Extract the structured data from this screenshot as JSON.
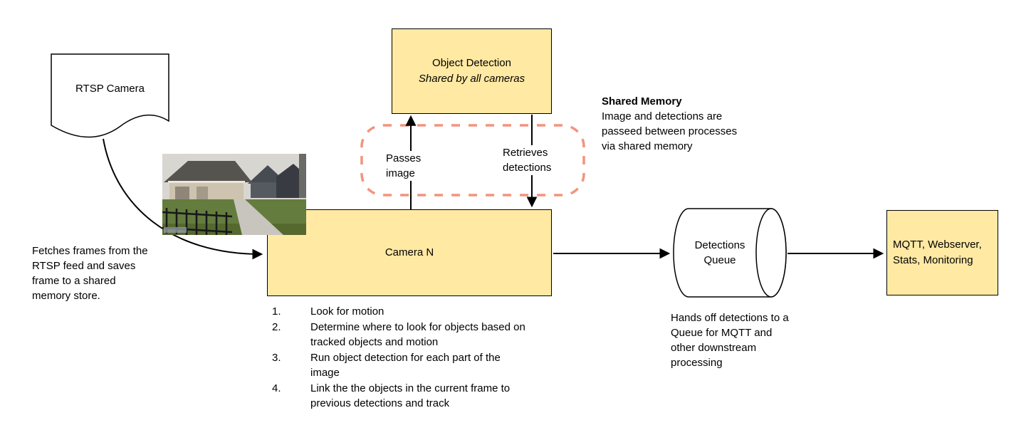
{
  "colors": {
    "node_fill": "#ffe9a3",
    "node_stroke": "#000000",
    "shared_memory_dash": "#f1947e",
    "arrow": "#000000",
    "background": "#ffffff"
  },
  "nodes": {
    "rtsp_camera": {
      "label": "RTSP Camera"
    },
    "object_detection": {
      "title": "Object Detection",
      "subtitle": "Shared by all cameras"
    },
    "camera_n": {
      "label": "Camera N"
    },
    "detections_queue": {
      "label": "Detections Queue"
    },
    "outputs": {
      "label": "MQTT, Webserver, Stats, Monitoring"
    }
  },
  "edges": {
    "passes_image": "Passes image",
    "retrieves_detections": "Retrieves detections"
  },
  "notes": {
    "fetch": "Fetches frames from the RTSP feed and saves frame to a shared memory store.",
    "shared_memory_title": "Shared Memory",
    "shared_memory_body": "Image and detections are passeed between processes via shared memory",
    "queue_handoff": "Hands off detections to a Queue for MQTT and other downstream processing"
  },
  "camera_steps": [
    {
      "num": "1.",
      "text": "Look for motion"
    },
    {
      "num": "2.",
      "text": "Determine where to look for objects based on tracked objects and motion"
    },
    {
      "num": "3.",
      "text": "Run object detection for each part of the image"
    },
    {
      "num": "4.",
      "text": "Link the the objects in the current frame to previous detections and track"
    }
  ]
}
